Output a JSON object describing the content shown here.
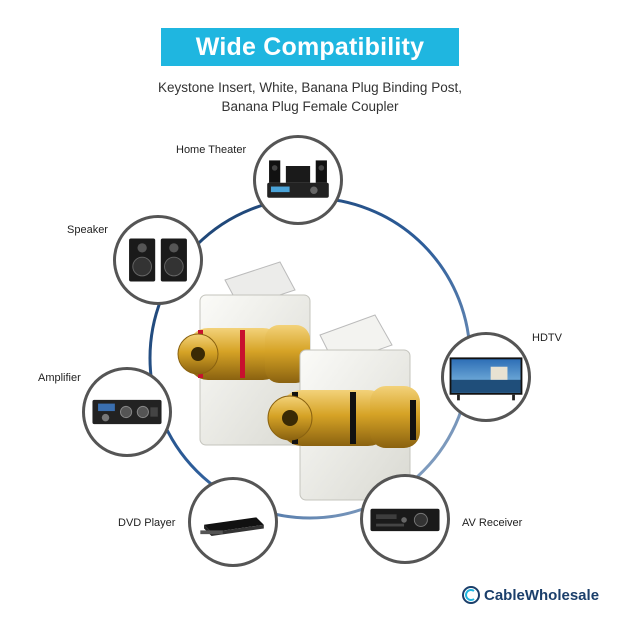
{
  "header": {
    "title": "Wide Compatibility",
    "subtitle_line1": "Keystone Insert, White, Banana Plug Binding Post,",
    "subtitle_line2": "Banana Plug Female Coupler"
  },
  "devices": {
    "home_theater": "Home Theater",
    "speaker": "Speaker",
    "amplifier": "Amplifier",
    "dvd_player": "DVD Player",
    "hdtv": "HDTV",
    "av_receiver": "AV Receiver"
  },
  "brand": {
    "name": "CableWholesale"
  },
  "colors": {
    "accent": "#1fb6e0",
    "ring": "#1b3f6b",
    "brand": "#1b3f6b",
    "gold": "#d6a326",
    "red_band": "#c8102e",
    "black_band": "#111111"
  },
  "icons": [
    "home-theater-icon",
    "speaker-icon",
    "amplifier-icon",
    "dvd-player-icon",
    "tv-icon",
    "av-receiver-icon",
    "cablewholesale-logo-icon"
  ]
}
